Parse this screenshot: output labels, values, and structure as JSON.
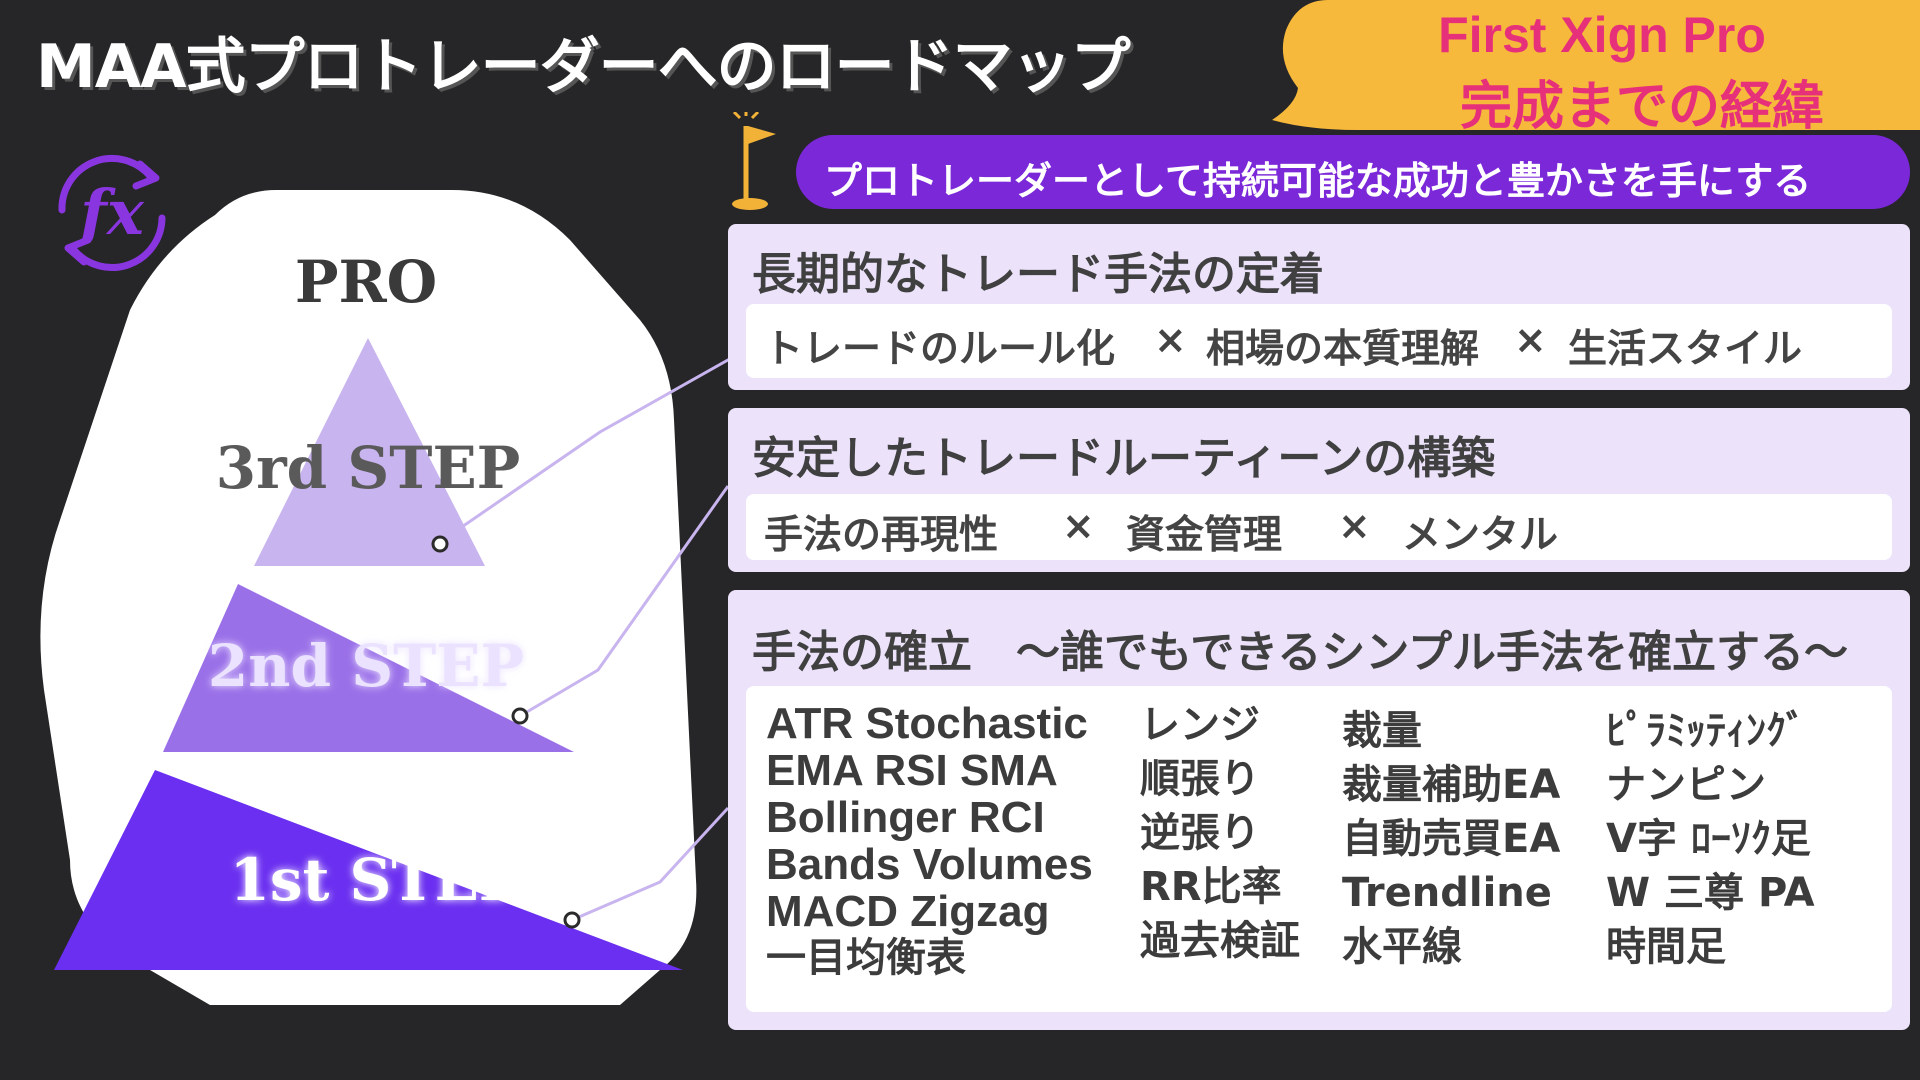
{
  "title": "MAA式プロトレーダーへのロードマップ",
  "bubble": {
    "line1": "First Xign Pro",
    "line2": "完成までの経緯"
  },
  "logo": {
    "icon": "fx-icon",
    "label": "fx"
  },
  "goal": {
    "icon": "flag-icon",
    "text": "プロトレーダーとして持続可能な成功と豊かさを手にする"
  },
  "pyramid": {
    "top_label": "PRO",
    "steps": [
      {
        "label": "3rd STEP",
        "color": "#c8b4ee"
      },
      {
        "label": "2nd STEP",
        "color": "#9a70e8"
      },
      {
        "label": "1st STEP",
        "color": "#6a2ff0"
      }
    ]
  },
  "cards": {
    "long_term": {
      "title": "長期的なトレード手法の定着",
      "items": [
        "トレードのルール化",
        "×",
        "相場の本質理解",
        "×",
        "生活スタイル"
      ]
    },
    "routine": {
      "title": "安定したトレードルーティーンの構築",
      "items": [
        "手法の再現性",
        "×",
        "資金管理",
        "×",
        "メンタル"
      ]
    },
    "method": {
      "title": "手法の確立　～誰でもできるシンプル手法を確立する～",
      "col1": [
        "ATR  Stochastic",
        "EMA  RSI  SMA",
        "Bollinger  RCI",
        "Bands  Volumes",
        "MACD  Zigzag",
        "一目均衡表"
      ],
      "col2": [
        "レンジ",
        "順張り",
        "逆張り",
        "RR比率",
        "過去検証"
      ],
      "col3": [
        "裁量",
        "裁量補助EA",
        "自動売買EA",
        " Trendline",
        "水平線"
      ],
      "col4": [
        "ﾋﾟﾗﾐｯﾃｨﾝｸﾞ",
        "ナンピン",
        "V字 ﾛｰｿｸ足",
        "W 三尊  PA",
        "時間足"
      ]
    }
  },
  "colors": {
    "background": "#262527",
    "accent_purple": "#7b28d8",
    "bubble_yellow": "#f6b93b",
    "bubble_text": "#e6317a",
    "card_bg": "#ece3fb"
  }
}
